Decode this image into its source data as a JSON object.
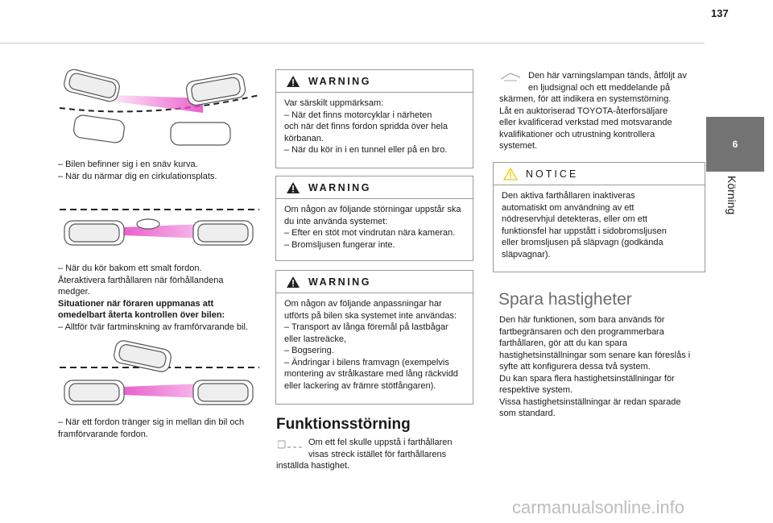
{
  "page": {
    "number": "137"
  },
  "sidebar": {
    "chapter_number": "6",
    "chapter_title": "Körning"
  },
  "left": {
    "illus1_lines": [
      "– Bilen befinner sig i en snäv kurva.",
      "– När du närmar dig en cirkulationsplats."
    ],
    "illus2_lines": [
      "– När du kör bakom ett smalt fordon.",
      "Återaktivera farthållaren när förhållandena",
      "medger."
    ],
    "situations_heading": [
      "Situationer när föraren uppmanas att",
      "omedelbart återta kontrollen över bilen:"
    ],
    "situations_item": "– Alltför tvär fartminskning av framförvarande bil.",
    "illus3_lines": [
      "– När ett fordon tränger sig in mellan din bil och",
      "framförvarande fordon."
    ]
  },
  "middle": {
    "warning1": {
      "title": "WARNING",
      "lines": [
        "Var särskilt uppmärksam:",
        "– När det finns motorcyklar i närheten",
        "och när det finns fordon spridda över hela",
        "körbanan.",
        "– När du kör in i en tunnel eller på en bro."
      ]
    },
    "warning2": {
      "title": "WARNING",
      "lines": [
        "Om någon av följande störningar uppstår ska",
        "du inte använda systemet:",
        "– Efter en stöt mot vindrutan nära kameran.",
        "– Bromsljusen fungerar inte."
      ]
    },
    "warning3": {
      "title": "WARNING",
      "lines": [
        "Om någon av följande anpassningar har",
        "utförts på bilen ska systemet inte användas:",
        "– Transport av långa föremål på lastbågar",
        "eller lastreäcke,",
        "– Bogsering.",
        "– Ändringar i bilens framvagn (exempelvis",
        "montering av strålkastare med lång räckvidd",
        "eller lackering av främre stötfångaren)."
      ]
    },
    "fault_heading": "Funktionsstörning",
    "fault_lines": [
      "Om ett fel skulle uppstå i farthållaren",
      "visas streck istället för farthållarens",
      "inställda hastighet."
    ]
  },
  "right": {
    "intro_lines": [
      "Den här varningslampan tänds, åtföljt av",
      "en ljudsignal och ett meddelande på",
      "skärmen, för att indikera en systemstörning.",
      "Låt en auktoriserad TOYOTA-återförsäljare",
      "eller kvalificerad verkstad med motsvarande",
      "kvalifikationer och utrustning kontrollera",
      "systemet."
    ],
    "notice": {
      "title": "NOTICE",
      "lines": [
        "Den aktiva farthållaren inaktiveras",
        "automatiskt om användning av ett",
        "nödreservhjul detekteras, eller om ett",
        "funktionsfel har uppstått i sidobromsljusen",
        "eller bromsljusen på släpvagn (godkända",
        "släpvagnar)."
      ]
    },
    "speed_heading": "Spara hastigheter",
    "speed_lines": [
      "Den här funktionen, som bara används för",
      "fartbegränsaren och den programmerbara",
      "farthållaren, gör att du kan spara",
      "hastighetsinställningar som senare kan föreslås i",
      "syfte att konfigurera dessa två system.",
      "Du kan spara flera hastighetsinställningar för",
      "respektive system.",
      "Vissa hastighetsinställningar är redan sparade",
      "som standard."
    ]
  },
  "watermark": "carmanualsonline.info",
  "colors": {
    "accent_pink": "#e84fc8",
    "tab_grey": "#737373",
    "warning_yellow": "#f2c500"
  }
}
